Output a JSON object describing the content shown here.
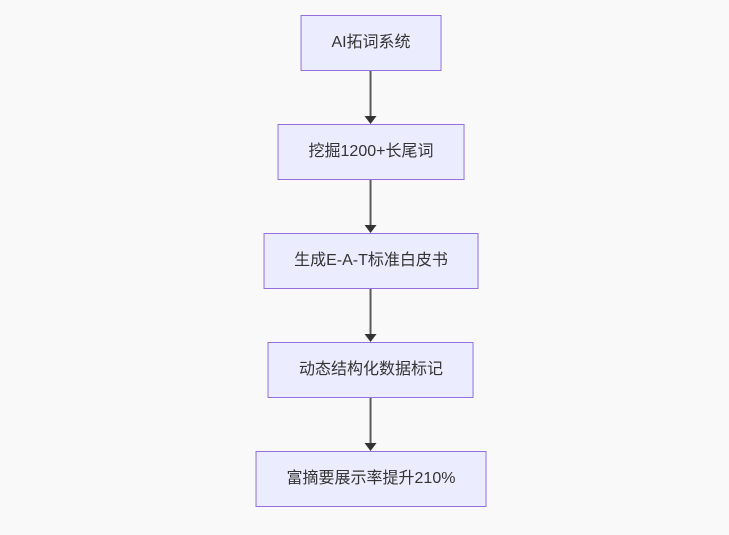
{
  "page": {
    "background": "#f9f9f9"
  },
  "flowchart": {
    "type": "flowchart",
    "direction": "top-down",
    "nodes": [
      {
        "label": "AI拓词系统"
      },
      {
        "label": "挖掘1200+长尾词"
      },
      {
        "label": "生成E-A-T标准白皮书"
      },
      {
        "label": "动态结构化数据标记"
      },
      {
        "label": "富摘要展示率提升210%"
      }
    ],
    "edges": [
      {
        "from": 0,
        "to": 1
      },
      {
        "from": 1,
        "to": 2
      },
      {
        "from": 2,
        "to": 3
      },
      {
        "from": 3,
        "to": 4
      }
    ],
    "colors": {
      "background": "#f9f9f9",
      "node_fill": "#ECECFF",
      "node_border": "#9370DB",
      "edge_line": "#5b5b5b",
      "edge_arrowhead": "#333333",
      "text": "#333333"
    }
  }
}
